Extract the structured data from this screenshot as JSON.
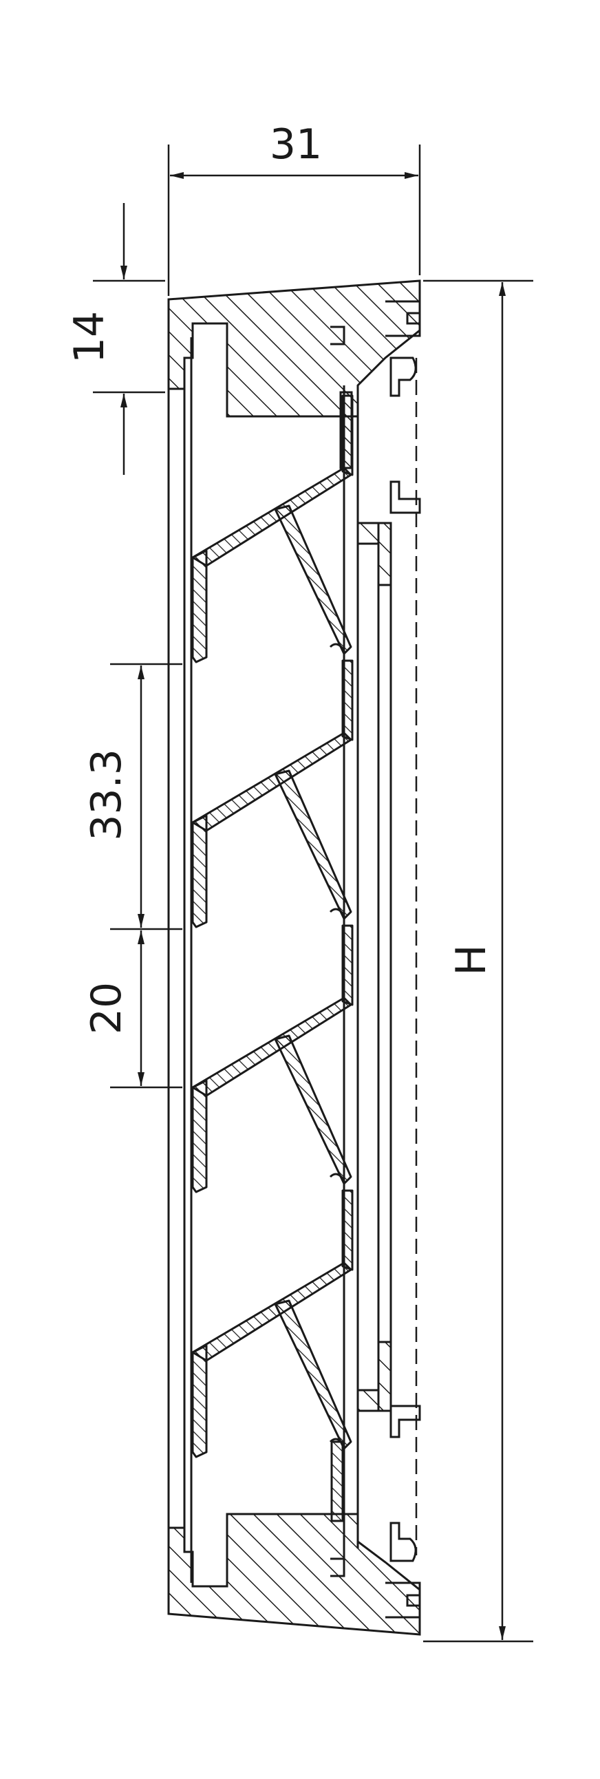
{
  "colors": {
    "stroke": "#1a1a1a",
    "hatch": "#1a1a1a",
    "background": "#ffffff"
  },
  "dimensions": {
    "width": "31",
    "top_frame": "14",
    "slat_pitch": "33.3",
    "slat_gap": "20",
    "height": "H"
  }
}
